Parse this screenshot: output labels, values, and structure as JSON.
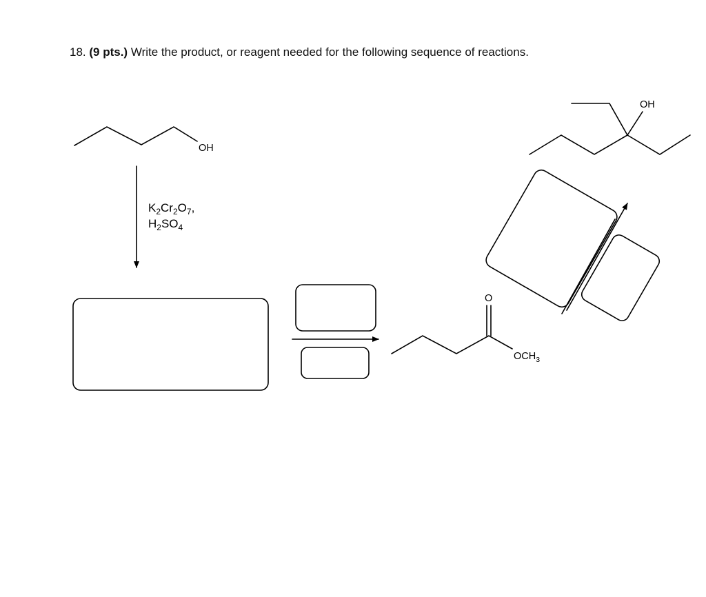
{
  "question": {
    "number": "18.",
    "points": "(9 pts.)",
    "text": "Write the product, or reagent needed for the following sequence of reactions."
  },
  "start_molecule": {
    "label": "OH"
  },
  "step1_reagent": {
    "line1": {
      "a": "K",
      "a_sub": "2",
      "b": "Cr",
      "b_sub": "2",
      "c": "O",
      "c_sub": "7",
      "d": ","
    },
    "line2": {
      "a": "H",
      "a_sub": "2",
      "b": "SO",
      "b_sub": "4"
    }
  },
  "ester": {
    "carbonyl_o": "O",
    "och_label": "OCH",
    "och_sub": "3"
  },
  "final_alcohol": {
    "label": "OH"
  }
}
